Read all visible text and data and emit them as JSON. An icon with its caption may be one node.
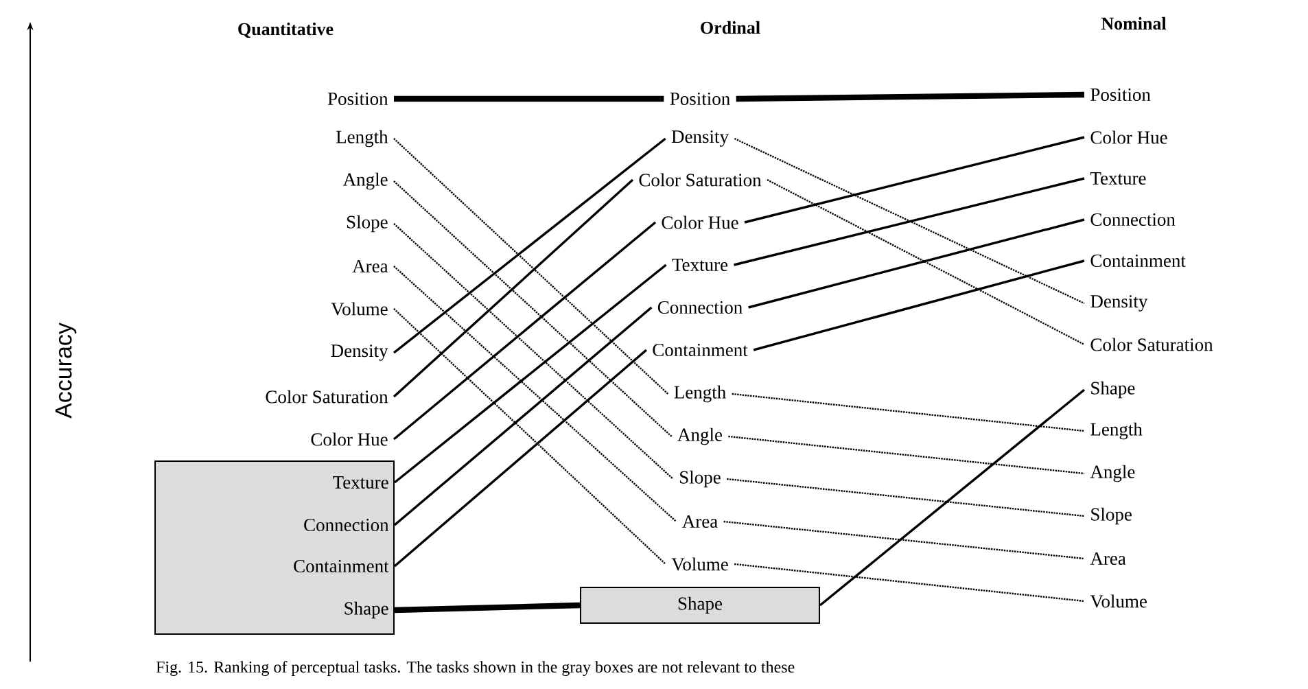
{
  "diagram": {
    "caption": "Fig. 15. Ranking of perceptual tasks. The tasks shown in the gray boxes are not relevant to these",
    "nodes": [
      {
        "text": [
          "Position"
        ]
      },
      {
        "text": [
          "Length"
        ]
      },
      {
        "text": [
          "Angle"
        ]
      },
      {
        "text": [
          "Slope"
        ]
      },
      {
        "text": [
          "Area"
        ]
      },
      {
        "text": [
          "Volume"
        ]
      },
      {
        "text": [
          "Density"
        ]
      },
      {
        "text": [
          "Color Saturation"
        ]
      },
      {
        "text": [
          "Color Hue"
        ]
      },
      {
        "text": [],
        "shape": "box"
      },
      {
        "text": [
          "Texture"
        ],
        "in": 9
      },
      {
        "text": [
          "Connection"
        ],
        "in": 9
      },
      {
        "text": [
          "Containment"
        ],
        "in": 9
      },
      {
        "text": [
          "Shape"
        ],
        "in": 9
      },
      {
        "text": [
          "Position"
        ]
      },
      {
        "text": [
          "Density"
        ]
      },
      {
        "text": [
          "Color Saturation"
        ]
      },
      {
        "text": [
          "Color Hue"
        ]
      },
      {
        "text": [
          "Texture"
        ]
      },
      {
        "text": [
          "Connection"
        ]
      },
      {
        "text": [
          "Containment"
        ]
      },
      {
        "text": [
          "Length"
        ]
      },
      {
        "text": [
          "Angle"
        ]
      },
      {
        "text": [
          "Slope"
        ]
      },
      {
        "text": [
          "Area"
        ]
      },
      {
        "text": [
          "Volume"
        ]
      },
      {
        "text": [
          "Shape"
        ]
      },
      {
        "text": [
          "Position"
        ]
      },
      {
        "text": [
          "Color Hue"
        ]
      },
      {
        "text": [
          "Texture"
        ]
      },
      {
        "text": [
          "Connection"
        ]
      },
      {
        "text": [
          "Containment"
        ]
      },
      {
        "text": [
          "Density"
        ]
      },
      {
        "text": [
          "Color Saturation"
        ]
      },
      {
        "text": [
          "Shape"
        ]
      },
      {
        "text": [
          "Length"
        ]
      },
      {
        "text": [
          "Angle"
        ]
      },
      {
        "text": [
          "Slope"
        ]
      },
      {
        "text": [
          "Area"
        ]
      },
      {
        "text": [
          "Volume"
        ]
      }
    ],
    "edges": [
      {
        "from": 0,
        "to": 14,
        "arrow": "none",
        "style": "thick"
      },
      {
        "from": 1,
        "to": 21,
        "arrow": "none",
        "style": "dashed"
      },
      {
        "from": 2,
        "to": 22,
        "arrow": "none",
        "style": "dashed"
      },
      {
        "from": 3,
        "to": 23,
        "arrow": "none",
        "style": "dashed"
      },
      {
        "from": 4,
        "to": 24,
        "arrow": "none",
        "style": "dashed"
      },
      {
        "from": 5,
        "to": 25,
        "arrow": "none",
        "style": "dashed"
      },
      {
        "from": 6,
        "to": 15,
        "arrow": "none"
      },
      {
        "from": 7,
        "to": 16,
        "arrow": "none"
      },
      {
        "from": 8,
        "to": 17,
        "arrow": "none"
      },
      {
        "from": 10,
        "to": 18,
        "arrow": "none"
      },
      {
        "from": 11,
        "to": 19,
        "arrow": "none"
      },
      {
        "from": 12,
        "to": 20,
        "arrow": "none"
      },
      {
        "from": 13,
        "to": 26,
        "arrow": "none",
        "style": "thick"
      },
      {
        "from": 14,
        "to": 27,
        "arrow": "none",
        "style": "thick"
      },
      {
        "from": 15,
        "to": 32,
        "arrow": "none",
        "style": "dashed"
      },
      {
        "from": 16,
        "to": 33,
        "arrow": "none",
        "style": "dashed"
      },
      {
        "from": 17,
        "to": 28,
        "arrow": "none"
      },
      {
        "from": 18,
        "to": 29,
        "arrow": "none"
      },
      {
        "from": 19,
        "to": 30,
        "arrow": "none"
      },
      {
        "from": 20,
        "to": 31,
        "arrow": "none"
      },
      {
        "from": 21,
        "to": 35,
        "arrow": "none",
        "style": "dashed"
      },
      {
        "from": 22,
        "to": 36,
        "arrow": "none",
        "style": "dashed"
      },
      {
        "from": 23,
        "to": 37,
        "arrow": "none",
        "style": "dashed"
      },
      {
        "from": 24,
        "to": 38,
        "arrow": "none",
        "style": "dashed"
      },
      {
        "from": 25,
        "to": 39,
        "arrow": "none",
        "style": "dashed"
      },
      {
        "from": 26,
        "to": 34,
        "arrow": "none"
      }
    ],
    "labels": [
      "Quantitative",
      "Ordinal",
      "Nominal",
      "Accuracy"
    ]
  }
}
